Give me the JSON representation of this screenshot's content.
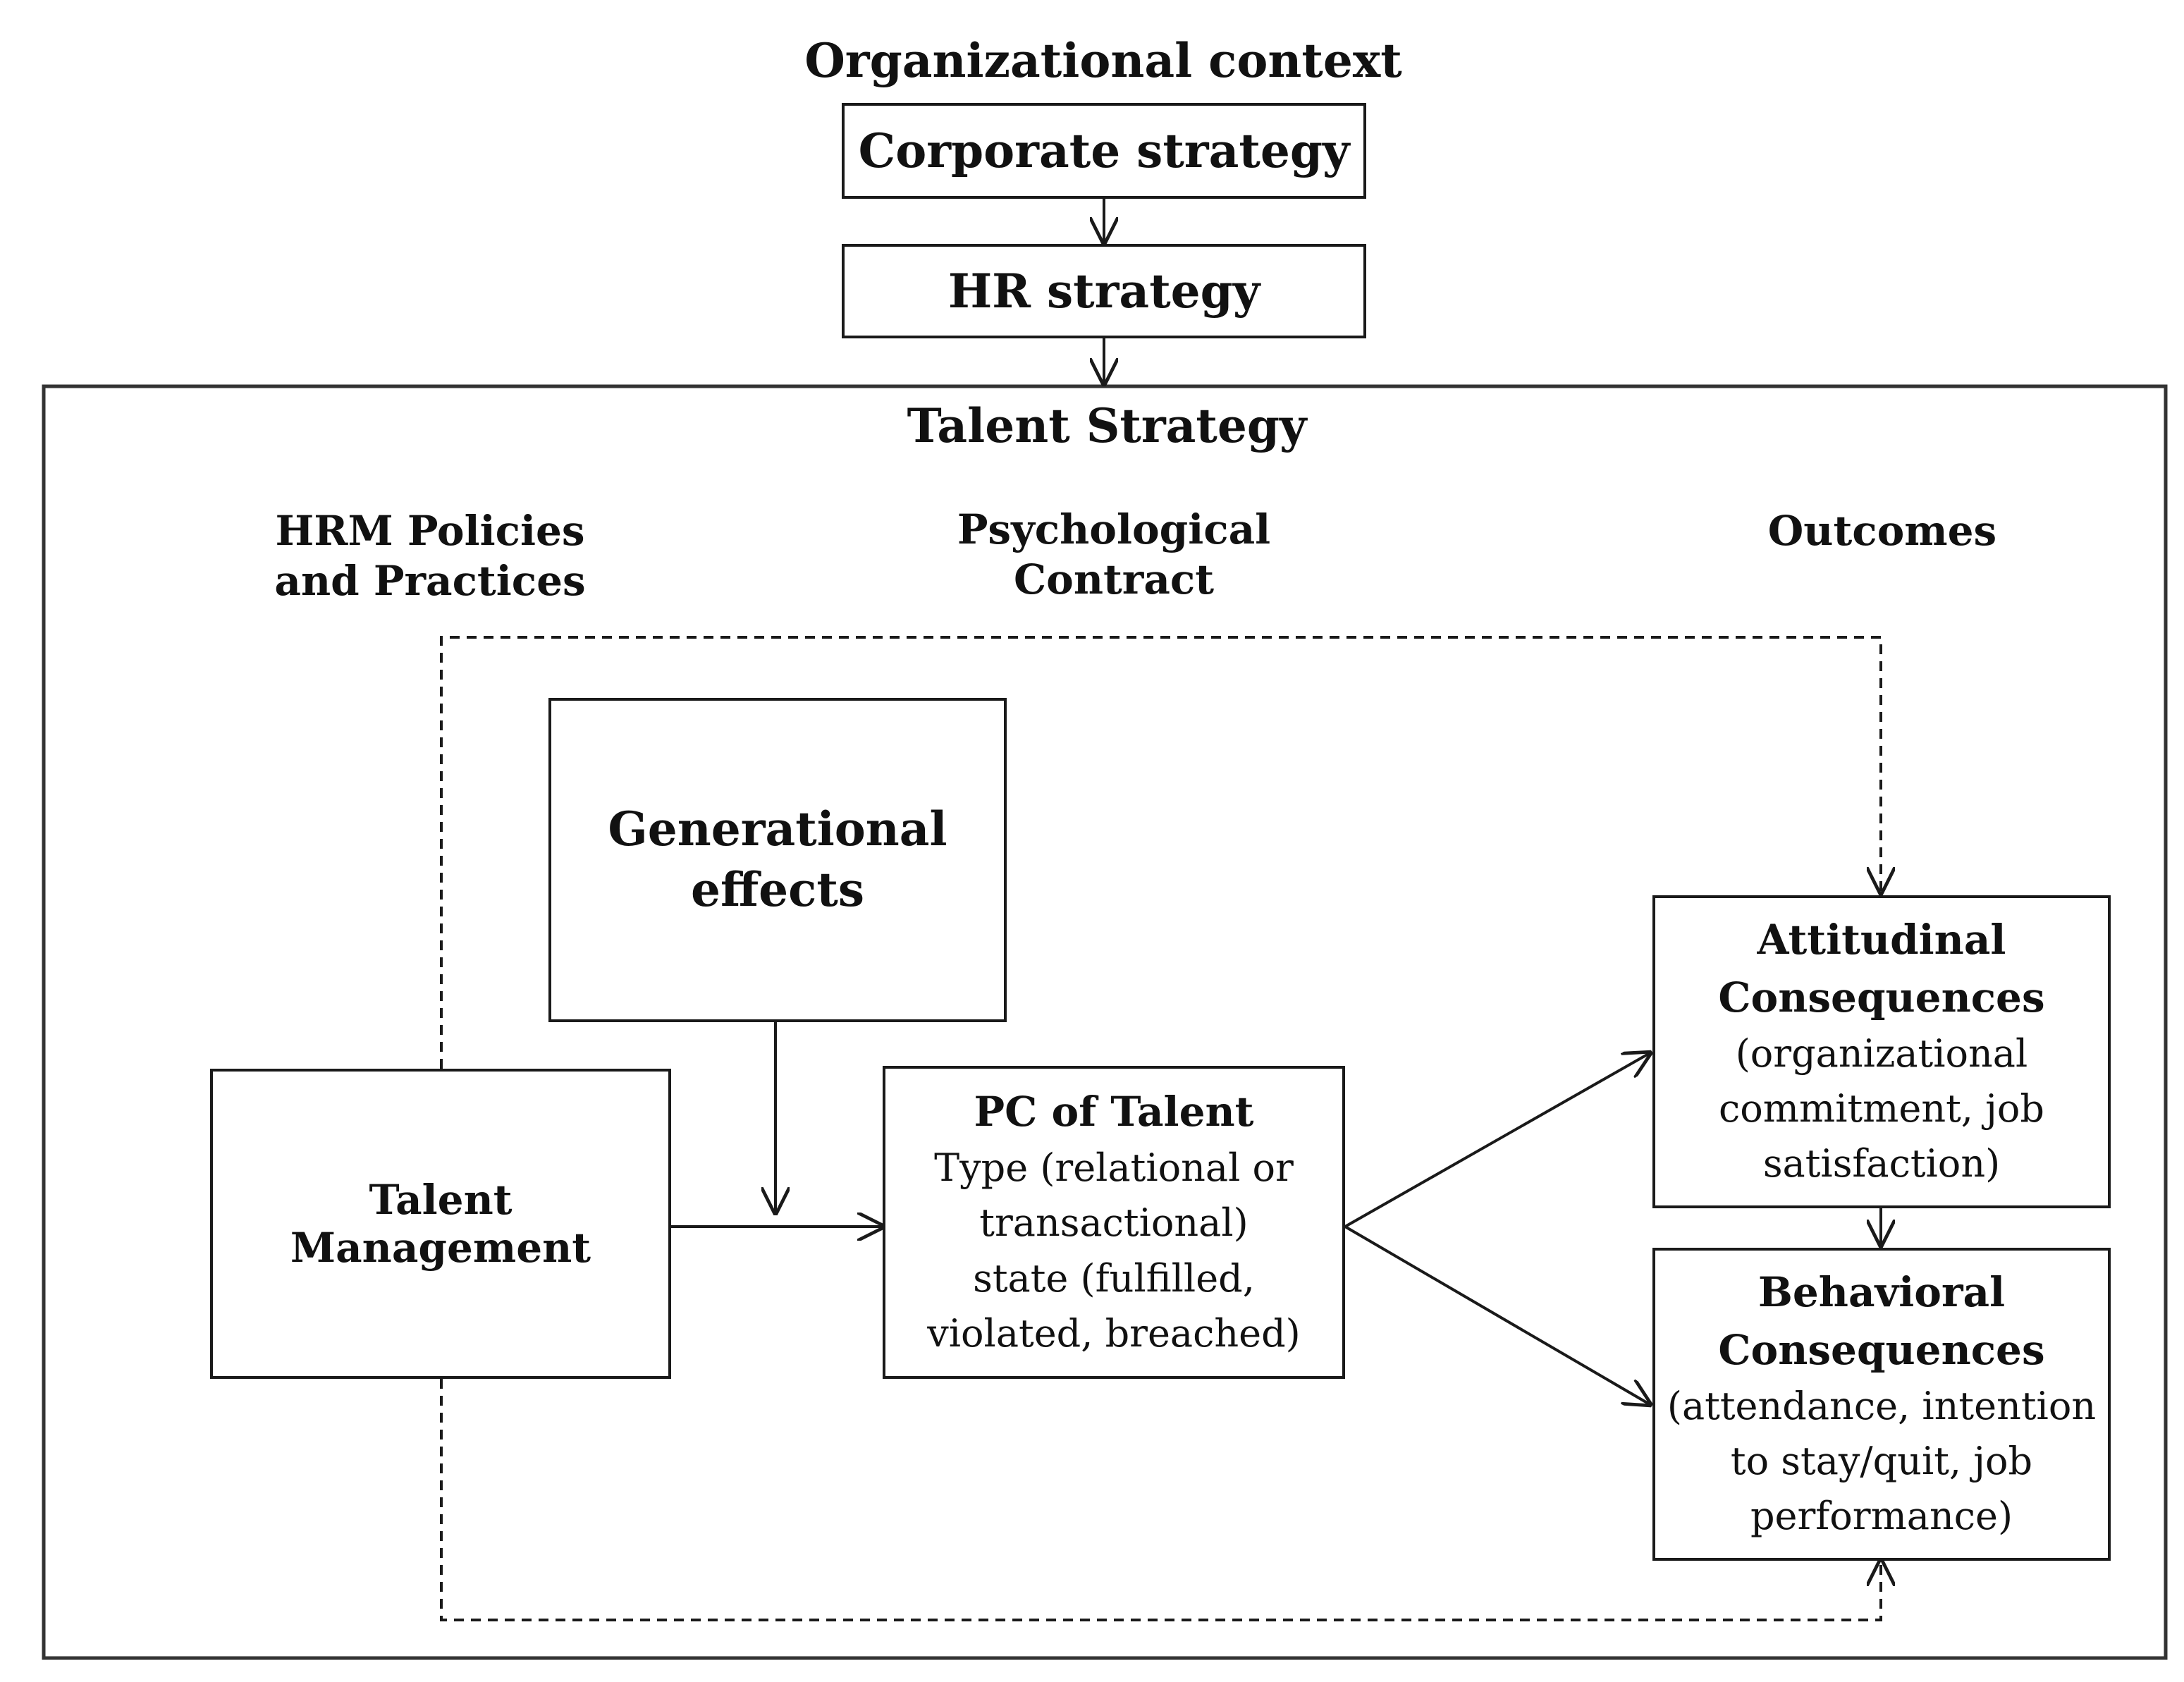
{
  "title": "Organizational context",
  "corporate_strategy": "Corporate strategy",
  "hr_strategy": "HR strategy",
  "talent_strategy": "Talent Strategy",
  "columns": {
    "hrm": [
      "HRM Policies",
      "and Practices"
    ],
    "pc": [
      "Psychological",
      "Contract"
    ],
    "outcomes": [
      "Outcomes"
    ]
  },
  "generational": [
    "Generational",
    "effects"
  ],
  "talent_management": "Talent Management",
  "pc_talent": {
    "title": "PC of Talent",
    "lines": [
      "Type (relational or",
      "transactional)",
      "state (fulfilled,",
      "violated,  breached)"
    ]
  },
  "attitudinal": {
    "title": [
      "Attitudinal",
      "Consequences"
    ],
    "lines": [
      "(organizational",
      "commitment, job",
      "satisfaction)"
    ]
  },
  "behavioral": {
    "title": [
      "Behavioral",
      "Consequences"
    ],
    "lines": [
      "(attendance, intention",
      "to stay/quit, job",
      "performance)"
    ]
  }
}
